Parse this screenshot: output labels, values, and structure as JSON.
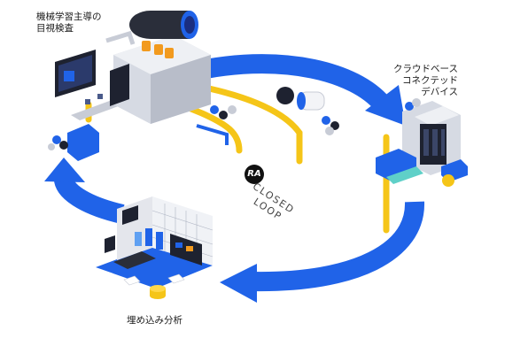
{
  "diagram": {
    "nodes": {
      "ml_inspection": {
        "line1": "機械学習主導の",
        "line2": "目視検査"
      },
      "cloud_devices": {
        "line1": "クラウドベース",
        "line2": "コネクテッド",
        "line3": "デバイス"
      },
      "embedded_analytics": {
        "label": "埋め込み分析"
      }
    },
    "center": {
      "logo": "RA",
      "line1": "CLOSED",
      "line2": "LOOP"
    }
  },
  "colors": {
    "arrow_blue": "#2063e8",
    "machine_gray": "#d6dae3",
    "pipe_yellow": "#f5c518",
    "dark": "#1e2230"
  }
}
